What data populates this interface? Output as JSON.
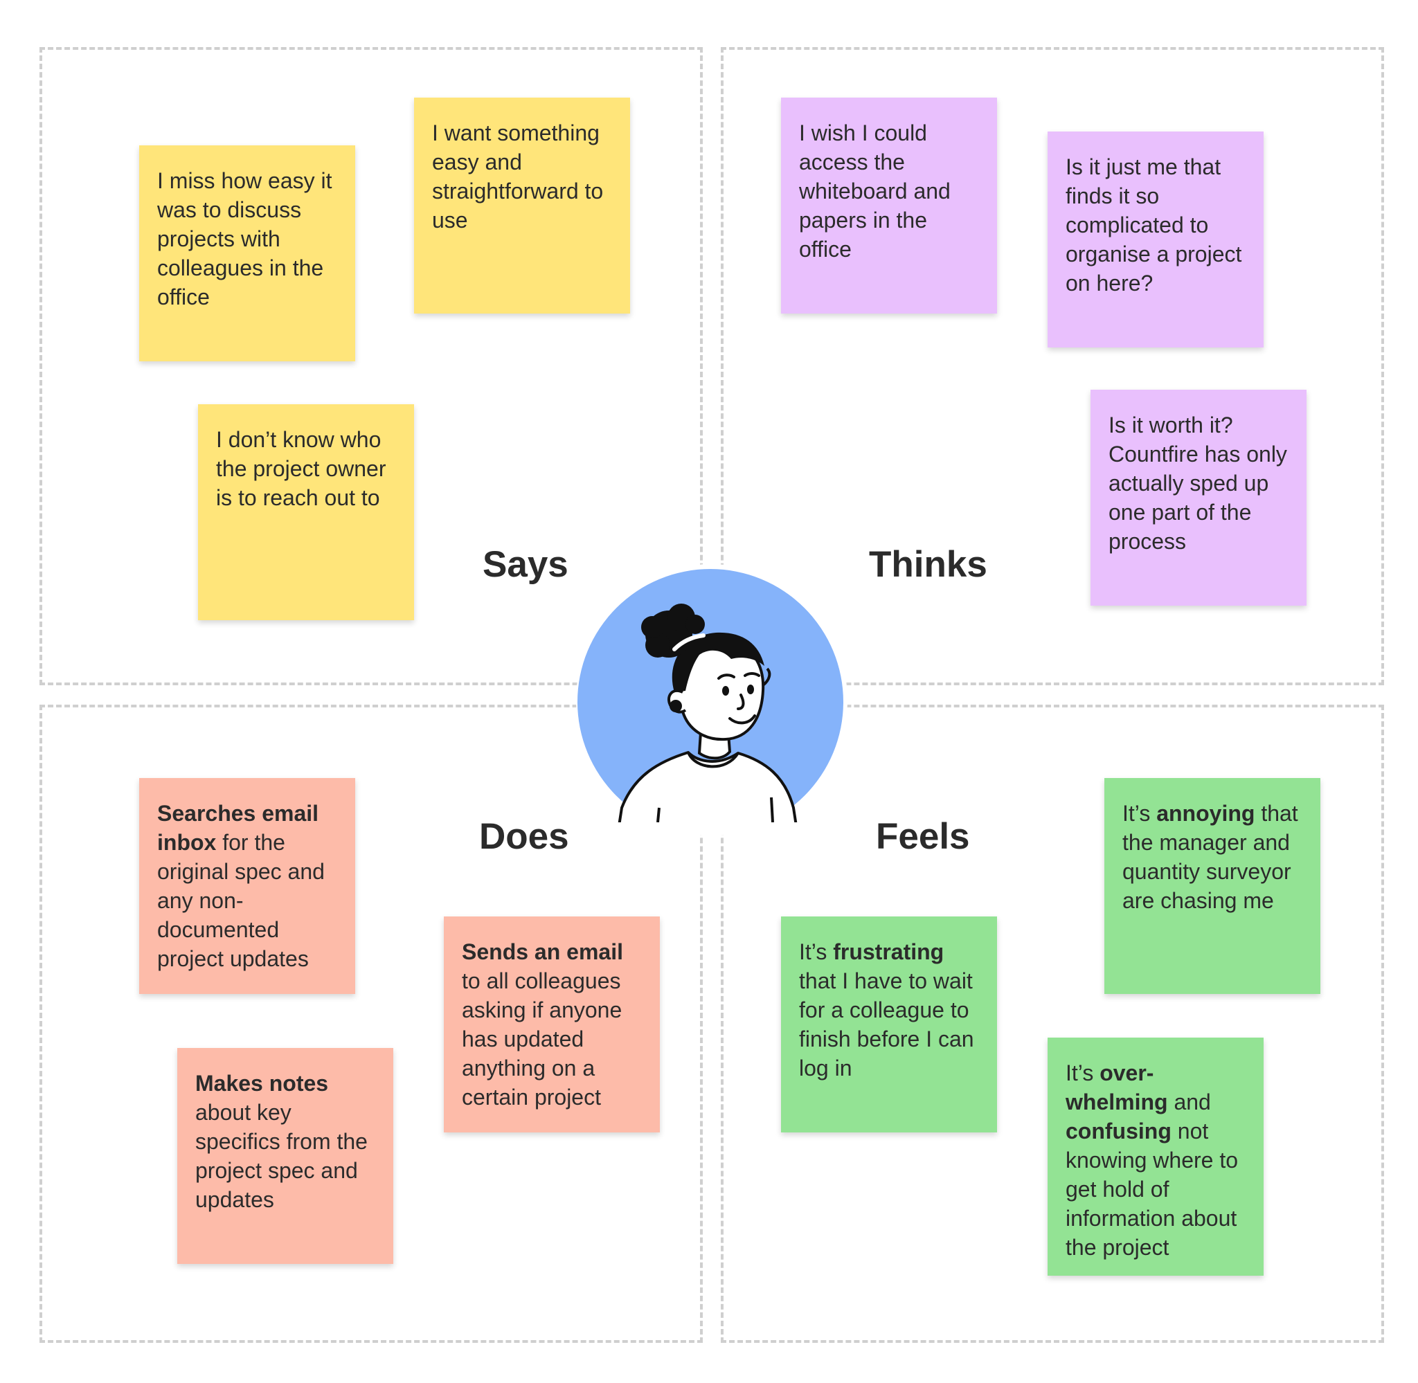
{
  "quadrants": {
    "says": {
      "title": "Says",
      "notes": [
        "I miss how easy it was to discuss projects with colleagues in the office",
        "I want something easy and straightforward to use",
        "I don’t know who the project owner is to reach out to"
      ],
      "color": "#ffe57a"
    },
    "thinks": {
      "title": "Thinks",
      "notes": [
        "I wish I could access the whiteboard and papers in the office",
        "Is it just me that finds it so complicated to organise a project on here?",
        "Is it worth it? Countfire has only actually sped up one part of the process"
      ],
      "color": "#e9c0fd"
    },
    "does": {
      "title": "Does",
      "color": "#fdbba9",
      "notes": [
        {
          "bold": "Searches email inbox",
          "rest": " for the original spec and any non-documented project updates"
        },
        {
          "bold": "Sends an email",
          "rest": " to all colleagues asking if anyone has updated anything on a certain project"
        },
        {
          "bold": "Makes notes",
          "rest": " about key specifics from the project spec and updates"
        }
      ]
    },
    "feels": {
      "title": "Feels",
      "color": "#93e394",
      "notes": [
        {
          "pre": "It’s ",
          "bold": "annoying",
          "rest": " that the manager and quantity surveyor are chasing me"
        },
        {
          "pre": "It’s ",
          "bold": "frustrating",
          "rest": " that I have to wait for a colleague to finish before I can log in"
        },
        {
          "pre": "It’s ",
          "bold": "over-whelming",
          "mid": " and ",
          "bold2": "confusing",
          "rest": " not knowing where to get hold of information about the project"
        }
      ]
    }
  },
  "avatar": {
    "icon": "person-avatar-icon",
    "background": "#85b3fa"
  }
}
